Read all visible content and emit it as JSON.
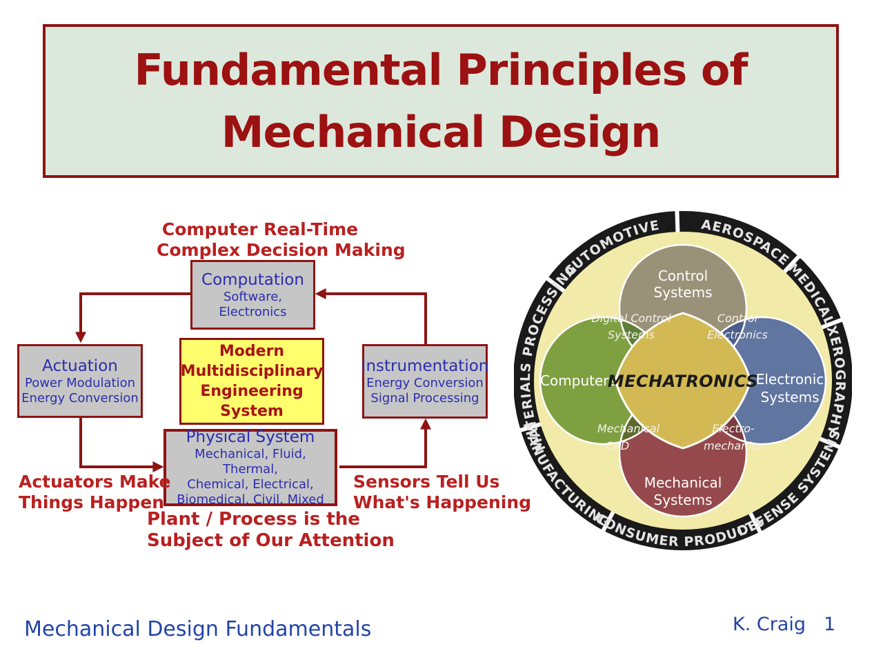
{
  "slide": {
    "title_line1": "Fundamental Principles of",
    "title_line2": "Mechanical Design",
    "footer_left": "Mechanical Design Fundamentals",
    "footer_author": "K. Craig",
    "footer_page": "1"
  },
  "colors": {
    "title_text": "#9c1111",
    "title_background": "#dce8dc",
    "diagram_red": "#8e1313",
    "label_red": "#b92020",
    "box_gray": "#c6c6c6",
    "box_yellow": "#ffff6e",
    "box_text_blue": "#2c2cae",
    "footer_blue": "#2244a8",
    "venn_ring_black": "#1a1a1a",
    "venn_inner_yellow": "#f2eaa8",
    "venn_top_taupe": "#9a9179",
    "venn_left_green": "#7fa041",
    "venn_right_blue": "#60759f",
    "venn_bottom_brick": "#95494c",
    "venn_center_gold": "#d2b953"
  },
  "diagram": {
    "label_top_line1": "Computer Real-Time",
    "label_top_line2": "Complex Decision Making",
    "computation": {
      "title": "Computation",
      "line1": "Software, Electronics"
    },
    "actuation": {
      "title": "Actuation",
      "line1": "Power Modulation",
      "line2": "Energy Conversion"
    },
    "system": {
      "line1": "Modern",
      "line2": "Multidisciplinary",
      "line3": "Engineering",
      "line4": "System"
    },
    "instrumentation": {
      "title": "Instrumentation",
      "line1": "Energy Conversion",
      "line2": "Signal Processing"
    },
    "physical": {
      "title": "Physical System",
      "line1": "Mechanical, Fluid, Thermal,",
      "line2": "Chemical, Electrical,",
      "line3": "Biomedical, Civil, Mixed"
    },
    "label_actuators_line1": "Actuators Make",
    "label_actuators_line2": "Things Happen",
    "label_sensors_line1": "Sensors Tell Us",
    "label_sensors_line2": "What's Happening",
    "label_plant_line1": "Plant / Process is the",
    "label_plant_line2": "Subject of Our Attention"
  },
  "venn": {
    "ring": {
      "automotive": "AUTOMOTIVE",
      "aerospace": "AEROSPACE",
      "medical": "MEDICAL",
      "xerography": "XEROGRAPHY",
      "defense": "DEFENSE SYSTEMS",
      "consumer": "CONSUMER PRODUCTS",
      "manufacturing": "MANUFACTURING",
      "materials": "MATERIALS PROCESSING"
    },
    "center": "MECHATRONICS",
    "control_line1": "Control",
    "control_line2": "Systems",
    "computers": "Computers",
    "electronic_line1": "Electronic",
    "electronic_line2": "Systems",
    "mechanical_line1": "Mechanical",
    "mechanical_line2": "Systems",
    "digital_line1": "Digital Control",
    "digital_line2": "Systems",
    "ctrl_elec_line1": "Control",
    "ctrl_elec_line2": "Electronics",
    "mech_cad_line1": "Mechanical",
    "mech_cad_line2": "CAD",
    "electro_line1": "Electro-",
    "electro_line2": "mechanics"
  }
}
